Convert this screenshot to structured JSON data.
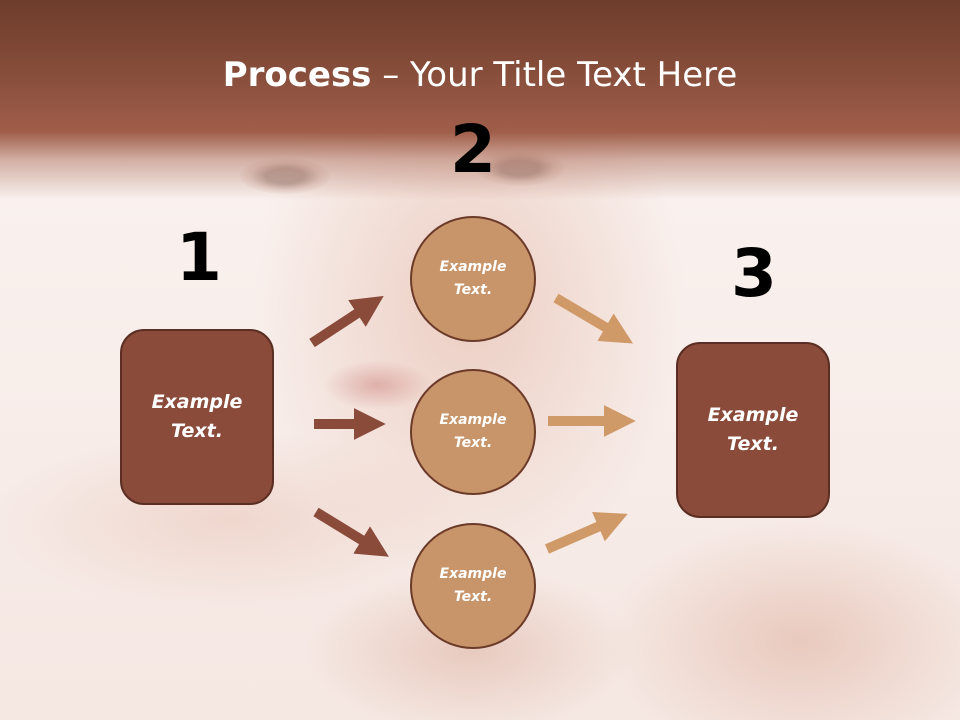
{
  "title": {
    "bold": "Process",
    "rest": " – Your Title Text Here"
  },
  "numbers": [
    "1",
    "2",
    "3"
  ],
  "step1": {
    "text": "Example Text."
  },
  "step2": {
    "circles": [
      {
        "text": "Example Text."
      },
      {
        "text": "Example Text."
      },
      {
        "text": "Example Text."
      }
    ]
  },
  "step3": {
    "text": "Example Text."
  },
  "colors": {
    "header": "#8e5240",
    "box_fill": "#8b4b3b",
    "circle_fill": "#c8946a",
    "arrow_dark": "#8b4b3b",
    "arrow_light": "#d09a68"
  }
}
